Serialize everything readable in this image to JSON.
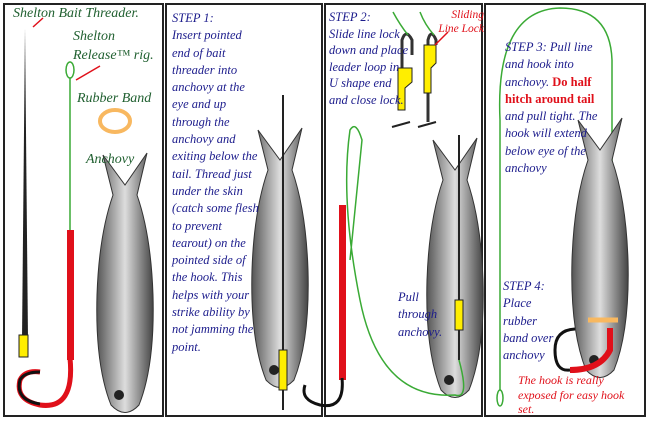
{
  "labels": {
    "bait_threader": "Shelton Bait Threader.",
    "release_rig": "Shelton Release™ rig.",
    "rubber_band": "Rubber Band",
    "anchovy": "Anchovy"
  },
  "step1": {
    "heading": "STEP 1:",
    "text": "Insert pointed end of bait threader into anchovy at the eye and up through the anchovy and exiting below the tail. Thread just under the skin (catch some flesh to prevent tearout) on the pointed side of the hook. This helps with your strike ability by not jamming the point."
  },
  "step2": {
    "heading": "STEP 2:",
    "text": "Slide line lock down and place leader loop in U shape end and close lock.",
    "sliding_line_lock": "Sliding Line Lock",
    "pull_through": "Pull through anchovy."
  },
  "step3": {
    "text_a": "STEP 3: Pull line and hook into anchovy.",
    "text_bold": "Do half hitch around tail",
    "text_b": "and pull tight. The hook will extend below eye of the anchovy"
  },
  "step4": {
    "text": "STEP 4: Place rubber band over anchovy",
    "note": "The hook is really exposed for easy hook set."
  },
  "colors": {
    "text_blue": "#1c1c8c",
    "label_green": "#1f5f2f",
    "accent_red": "#e0101a",
    "line_green": "#3aaa35",
    "lock_yellow": "#ffee00",
    "band_orange": "#f8b860"
  }
}
